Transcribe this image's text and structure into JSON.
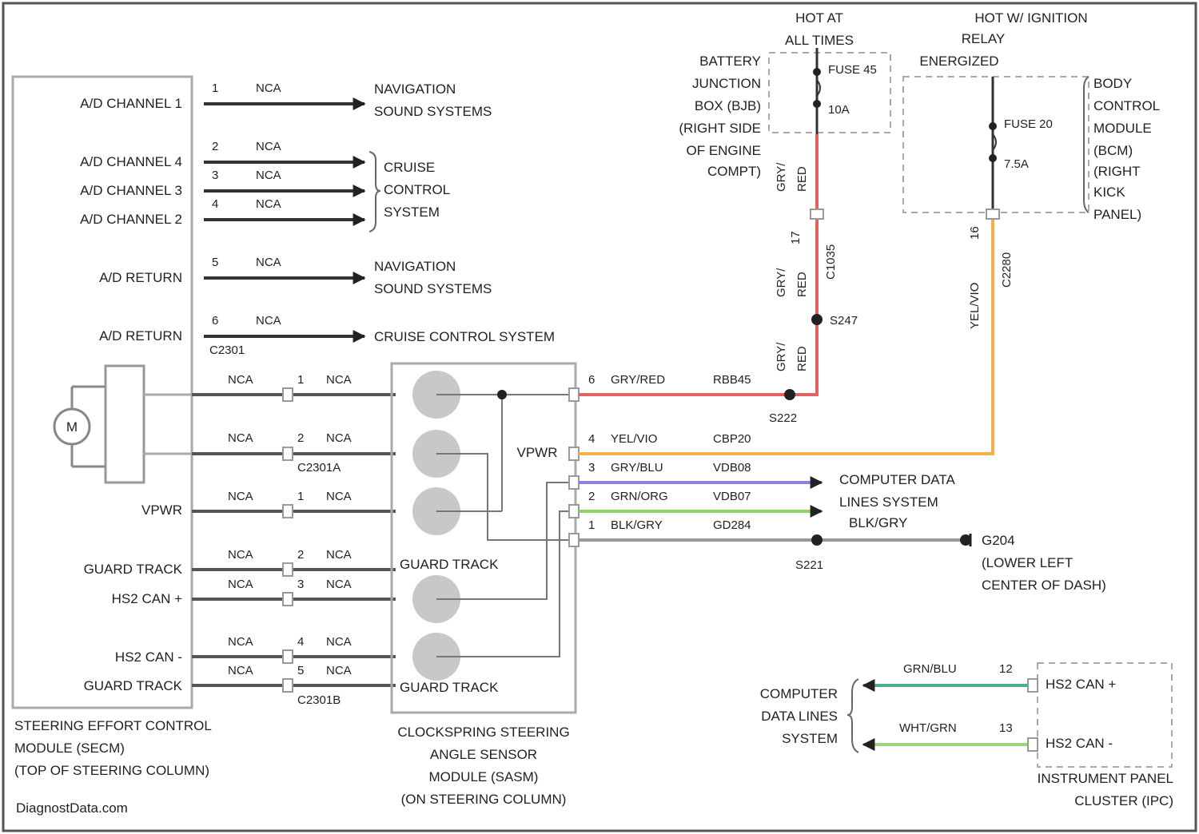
{
  "diagram": {
    "top_power": {
      "hot_at_all_times": [
        "HOT AT",
        "ALL TIMES"
      ],
      "hot_ignition": [
        "HOT W/ IGNITION",
        "RELAY",
        "ENERGIZED"
      ],
      "bjb_label": [
        "BATTERY",
        "JUNCTION",
        "BOX (BJB)",
        "(RIGHT SIDE",
        "OF ENGINE",
        "COMPT)"
      ],
      "fuse_45": "FUSE 45",
      "fuse_45_rating": "10A",
      "fuse_20": "FUSE 20",
      "fuse_20_rating": "7.5A",
      "bcm_label": [
        "BODY",
        "CONTROL",
        "MODULE",
        "(BCM)",
        "(RIGHT",
        "KICK",
        "PANEL)"
      ],
      "wire_gry_red": [
        "GRY/",
        "RED"
      ],
      "c1035": "C1035",
      "c2280": "C2280",
      "pin_17": "17",
      "pin_16": "16",
      "yel_vio_v": "YEL/VIO",
      "s247": "S247",
      "s222": "S222",
      "s221": "S221"
    },
    "secm": {
      "name": [
        "STEERING EFFORT CONTROL",
        "MODULE (SECM)",
        "(TOP OF STEERING COLUMN)"
      ],
      "c2301": "C2301",
      "c2301_pins": [
        {
          "pin": "1",
          "code": "NCA",
          "label": "A/D CHANNEL 1"
        },
        {
          "pin": "2",
          "code": "NCA",
          "label": "A/D CHANNEL 4"
        },
        {
          "pin": "3",
          "code": "NCA",
          "label": "A/D CHANNEL 3"
        },
        {
          "pin": "4",
          "code": "NCA",
          "label": "A/D CHANNEL 2"
        },
        {
          "pin": "5",
          "code": "NCA",
          "label": "A/D RETURN"
        },
        {
          "pin": "6",
          "code": "NCA",
          "label": "A/D RETURN"
        }
      ],
      "nav_sound": [
        "NAVIGATION",
        "SOUND SYSTEMS"
      ],
      "cruise_control": [
        "CRUISE",
        "CONTROL",
        "SYSTEM"
      ],
      "cruise_control_system": "CRUISE CONTROL SYSTEM",
      "motor": "M",
      "vpwr": "VPWR",
      "guard_track": "GUARD TRACK",
      "hs2_can_plus": "HS2 CAN +",
      "hs2_can_minus": "HS2 CAN -",
      "c2301a": "C2301A",
      "c2301b": "C2301B",
      "mid_rows": [
        {
          "left": "NCA",
          "pin": "1",
          "right": "NCA"
        },
        {
          "left": "NCA",
          "pin": "2",
          "right": "NCA"
        },
        {
          "left": "NCA",
          "pin": "1",
          "right": "NCA"
        },
        {
          "left": "NCA",
          "pin": "2",
          "right": "NCA"
        },
        {
          "left": "NCA",
          "pin": "3",
          "right": "NCA"
        },
        {
          "left": "NCA",
          "pin": "4",
          "right": "NCA"
        },
        {
          "left": "NCA",
          "pin": "5",
          "right": "NCA"
        }
      ]
    },
    "sasm": {
      "name": [
        "CLOCKSPRING STEERING",
        "ANGLE SENSOR",
        "MODULE (SASM)",
        "(ON STEERING COLUMN)"
      ],
      "vpwr": "VPWR",
      "guard_track_1": "GUARD TRACK",
      "guard_track_2": "GUARD TRACK",
      "wires": [
        {
          "pin": "6",
          "color": "GRY/RED",
          "circuit": "RBB45"
        },
        {
          "pin": "4",
          "color": "YEL/VIO",
          "circuit": "CBP20"
        },
        {
          "pin": "3",
          "color": "GRY/BLU",
          "circuit": "VDB08"
        },
        {
          "pin": "2",
          "color": "GRN/ORG",
          "circuit": "VDB07"
        },
        {
          "pin": "1",
          "color": "BLK/GRY",
          "circuit": "GD284"
        }
      ],
      "wire_colors": [
        "#e46262",
        "#f5b04a",
        "#8a82e0",
        "#8fd16a",
        "#999999"
      ]
    },
    "right": {
      "cdl": [
        "COMPUTER DATA",
        "LINES SYSTEM"
      ],
      "blk_gry": "BLK/GRY",
      "g204": "G204",
      "g204_loc": [
        "(LOWER LEFT",
        "CENTER OF DASH)"
      ]
    },
    "ipc": {
      "name": [
        "INSTRUMENT PANEL",
        "CLUSTER (IPC)"
      ],
      "cdl": [
        "COMPUTER",
        "DATA LINES",
        "SYSTEM"
      ],
      "wires": [
        {
          "color": "GRN/BLU",
          "pin": "12",
          "label": "HS2 CAN +"
        },
        {
          "color": "WHT/GRN",
          "pin": "13",
          "label": "HS2 CAN -"
        }
      ],
      "wire_colors": [
        "#4fae8a",
        "#9fd27a"
      ]
    },
    "footer": "DiagnostData.com"
  }
}
